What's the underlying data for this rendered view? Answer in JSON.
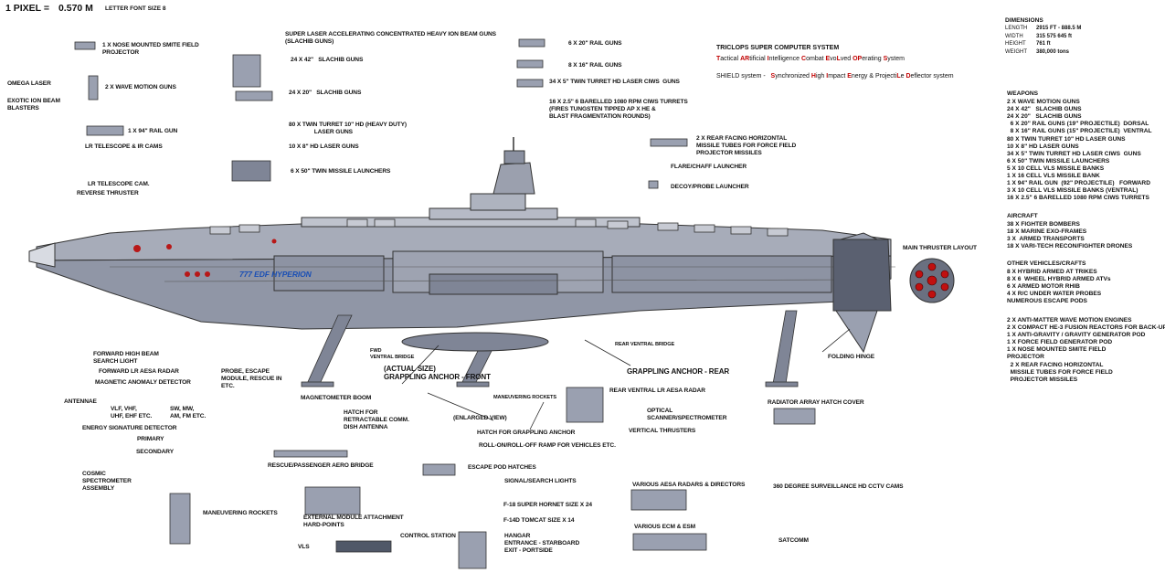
{
  "header": {
    "pixel_label": "1 PIXEL =",
    "pixel_value": "0.570 M",
    "font_note": "LETTER FONT SIZE 8"
  },
  "dimensions": {
    "title": "DIMENSIONS",
    "rows": [
      {
        "k": "LENGTH",
        "v": "2915 FT -   888.5 M"
      },
      {
        "k": "WIDTH",
        "v": "315  575  645 ft"
      },
      {
        "k": "HEIGHT",
        "v": "761 ft"
      },
      {
        "k": "WEIGHT",
        "v": "380,000 tons"
      }
    ]
  },
  "weapons": {
    "title": "WEAPONS",
    "items": [
      "2 X WAVE MOTION GUNS",
      "24 X 42\"   SLACHIB GUNS",
      "24 X 20\"   SLACHIB GUNS",
      "  6 X 20\" RAIL GUNS (19\" PROJECTILE)  DORSAL",
      "  8 X 16\" RAIL GUNS (15\" PROJECTILE)  VENTRAL",
      "80 X TWIN TURRET 10\" HD LASER GUNS",
      "10 X 8\" HD LASER GUNS",
      "34 X 5\" TWIN TURRET HD LASER CIWS  GUNS",
      "6 X 50\" TWIN MISSILE LAUNCHERS",
      "5 X 10 CELL VLS MISSILE BANKS",
      "1 X 16 CELL VLS MISSILE BANK",
      "1 X 94\" RAIL GUN  (92\" PROJECTILE)   FORWARD",
      "3 X 10 CELL VLS MISSILE BANKS (VENTRAL)",
      "16 X 2.5\" 6 BARELLED 1080 RPM CIWS TURRETS"
    ]
  },
  "aircraft": {
    "title": "AIRCRAFT",
    "items": [
      "38 X FIGHTER BOMBERS",
      "18 X MARINE EXO-FRAMES",
      "3 X  ARMED TRANSPORTS",
      "18 X VARI-TECH RECON/FIGHTER DRONES"
    ]
  },
  "vehicles": {
    "title": "OTHER VEHICLES/CRAFTS",
    "items": [
      "8 X HYBRID ARMED AT TRIKES",
      "8 X 6  WHEEL HYBRID ARMED ATVs",
      "6 X ARMED MOTOR RHIB",
      "4 X R/C UNDER WATER PROBES",
      "NUMEROUS ESCAPE PODS"
    ]
  },
  "systems_list": {
    "items": [
      "2 X ANTI-MATTER WAVE MOTION ENGINES",
      "2 X COMPACT HE-3 FUSION REACTORS FOR BACK-UP",
      "1 X ANTI-GRAVITY / GRAVITY GENERATOR POD",
      "1 X FORCE FIELD GENERATOR POD",
      "1 X NOSE MOUNTED SMITE FIELD",
      "PROJECTOR",
      "  2 X REAR FACING HORIZONTAL",
      "  MISSILE TUBES FOR FORCE FIELD",
      "  PROJECTOR MISSILES"
    ]
  },
  "computer": {
    "title": "TRICLOPS SUPER COMPUTER SYSTEM",
    "expansion": [
      {
        "t": "T",
        "r": true
      },
      {
        "t": "actical ",
        "r": false
      },
      {
        "t": "AR",
        "r": true
      },
      {
        "t": "tificial ",
        "r": false
      },
      {
        "t": "I",
        "r": true
      },
      {
        "t": "ntelligence ",
        "r": false
      },
      {
        "t": "C",
        "r": true
      },
      {
        "t": "ombat ",
        "r": false
      },
      {
        "t": "E",
        "r": true
      },
      {
        "t": "vo",
        "r": false
      },
      {
        "t": "L",
        "r": true
      },
      {
        "t": "ved ",
        "r": false
      },
      {
        "t": "OP",
        "r": true
      },
      {
        "t": "erating ",
        "r": false
      },
      {
        "t": "S",
        "r": true
      },
      {
        "t": "ystem",
        "r": false
      }
    ],
    "shield": [
      {
        "t": "SHIELD system -   ",
        "r": false
      },
      {
        "t": "S",
        "r": true
      },
      {
        "t": "ynchronized ",
        "r": false
      },
      {
        "t": "H",
        "r": true
      },
      {
        "t": "igh ",
        "r": false
      },
      {
        "t": "I",
        "r": true
      },
      {
        "t": "mpact ",
        "r": false
      },
      {
        "t": "E",
        "r": true
      },
      {
        "t": "nergy & Projecti",
        "r": false
      },
      {
        "t": "L",
        "r": true
      },
      {
        "t": "e ",
        "r": false
      },
      {
        "t": "D",
        "r": true
      },
      {
        "t": "eflector system",
        "r": false
      }
    ]
  },
  "ship_name": "777 EDF HYPERION",
  "labels": {
    "smite": "1 X NOSE MOUNTED SMITE FIELD\nPROJECTOR",
    "omega": "OMEGA LASER",
    "wave_guns": "2 X WAVE MOTION GUNS",
    "exotic": "EXOTIC ION BEAM\nBLASTERS",
    "rail94": "1 X 94\" RAIL GUN",
    "lr_tele": "LR TELESCOPE & IR CAMS",
    "lr_tele_cam": "LR TELESCOPE CAM.",
    "reverse": "REVERSE THRUSTER",
    "super_laser": "SUPER LASER ACCELERATING CONCENTRATED HEAVY ION BEAM GUNS\n(SLACHIB GUNS)",
    "slachib42": "24 X 42\"   SLACHIB GUNS",
    "slachib20": "24 X 20\"   SLACHIB GUNS",
    "twin10": "80 X TWIN TURRET 10\" HD (HEAVY DUTY)\n                LASER GUNS",
    "hd8": "10 X 8\" HD LASER GUNS",
    "missile50": "6 X 50\" TWIN MISSILE LAUNCHERS",
    "rail20": "6 X 20\" RAIL GUNS",
    "rail16": "8 X 16\" RAIL GUNS",
    "ciws5": "34 X 5\" TWIN TURRET HD LASER CIWS  GUNS",
    "ciws25": "16 X 2.5\" 6 BARELLED 1080 RPM CIWS TURRETS\n(FIRES TUNGSTEN TIPPED AP X HE &\nBLAST FRAGMENTATION ROUNDS)",
    "rear_tubes": "2 X REAR FACING HORIZONTAL\nMISSILE TUBES FOR FORCE FIELD\nPROJECTOR MISSILES",
    "flare": "FLARE/CHAFF LAUNCHER",
    "decoy": "DECOY/PROBE LAUNCHER",
    "main_thruster": "MAIN THRUSTER LAYOUT",
    "folding": "FOLDING HINGE",
    "fwd_beam": "FORWARD HIGH BEAM\nSEARCH LIGHT",
    "fwd_radar": "FORWARD LR AESA RADAR",
    "mag_anom": "MAGNETIC ANOMALY DETECTOR",
    "antennae": "ANTENNAE",
    "vlf": "VLF, VHF,\nUHF, EHF ETC.",
    "sw": "SW, MW,\nAM, FM ETC.",
    "energy": "ENERGY SIGNATURE DETECTOR",
    "primary": "PRIMARY",
    "secondary": "SECONDARY",
    "cosmic": "COSMIC\nSPECTROMETER\nASSEMBLY",
    "probe": "PROBE, ESCAPE\nMODULE, RESCUE IN\nETC.",
    "magnetometer": "MAGNETOMETER BOOM",
    "hatch_comm": "HATCH FOR\nRETRACTABLE COMM.\nDISH ANTENNA",
    "rescue": "RESCUE/PASSENGER AERO BRIDGE",
    "escape_pod": "ESCAPE POD HATCHES",
    "signal": "SIGNAL/SEARCH LIGHTS",
    "f18": "F-18 SUPER HORNET SIZE X 24",
    "f14": "F-14D TOMCAT SIZE X 14",
    "hangar": "HANGAR\nENTRANCE - STARBOARD\nEXIT - PORTSIDE",
    "control": "CONTROL STATION",
    "external": "EXTERNAL MODULE ATTACHMENT\nHARD-POINTS",
    "maneuver": "MANEUVERING ROCKETS",
    "vls": "VLS",
    "fwd_bridge": "FWD\nVENTRAL BRIDGE",
    "grapple_front": "(ACTUAL SIZE)\nGRAPPLING ANCHOR - FRONT",
    "maneuver_small": "MANEUVERING ROCKETS",
    "enlarged": "(ENLARGED VIEW)",
    "hatch_grapple": "HATCH FOR GRAPPLING ANCHOR",
    "roro": "ROLL-ON/ROLL-OFF RAMP FOR VEHICLES ETC.",
    "rear_bridge": "REAR VENTRAL BRIDGE",
    "grapple_rear": "GRAPPLING ANCHOR - REAR",
    "rear_radar": "REAR VENTRAL LR AESA RADAR",
    "optical": "OPTICAL\nSCANNER/SPECTROMETER",
    "vertical": "VERTICAL THRUSTERS",
    "radiator": "RADIATOR ARRAY HATCH COVER",
    "aesa": "VARIOUS AESA RADARS & DIRECTORS",
    "ecm": "VARIOUS ECM & ESM",
    "cctv": "360 DEGREE SURVEILLANCE HD CCTV CAMS",
    "satcomm": "SATCOMM"
  }
}
